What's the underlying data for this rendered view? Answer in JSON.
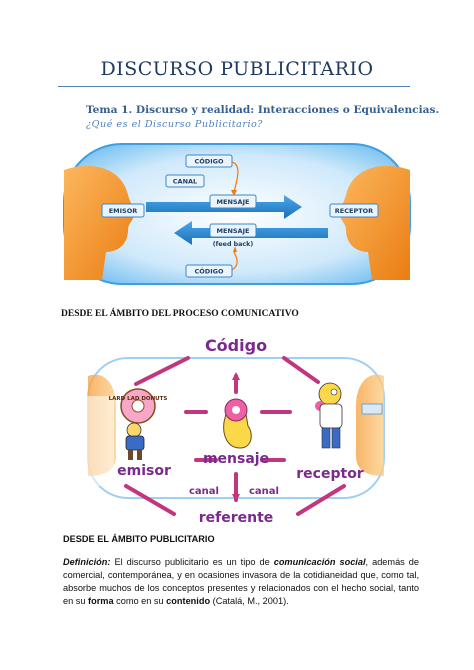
{
  "title": "DISCURSO PUBLICITARIO",
  "tema": "Tema 1. Discurso y realidad: Interacciones o Equivalencias.",
  "question": "¿Qué es el Discurso Publicitario?",
  "diagram1": {
    "codigo_top": "CÓDIGO",
    "canal": "CANAL",
    "emisor": "EMISOR",
    "mensaje_top": "MENSAJE",
    "receptor": "RECEPTOR",
    "mensaje_bottom": "MENSAJE",
    "feedback": "(feed back)",
    "codigo_bottom": "CÓDIGO"
  },
  "section1": "DESDE EL ÁMBITO DEL PROCESO COMUNICATIVO",
  "diagram2": {
    "codigo": "Código",
    "emisor": "emisor",
    "mensaje": "mensaje",
    "receptor": "receptor",
    "canal_left": "canal",
    "canal_right": "canal",
    "referente": "referente",
    "donut_sign": "LARD LAD DONUTS"
  },
  "section2": "DESDE EL ÁMBITO PUBLICITARIO",
  "definition": {
    "lead": "Definición:",
    "t1": " El discurso publicitario es un tipo de ",
    "em1": "comunicación social",
    "t2": ", además de comercial, contemporánea, y en ocasiones invasora de la cotidianeidad que, como tal, absorbe muchos de los conceptos presentes y relacionados con el hecho social, tanto en su ",
    "b1": "forma",
    "t3": " como en su ",
    "b2": "contenido",
    "t4": " (Catalá, M., 2001)."
  },
  "colors": {
    "title": "#1f3a5f",
    "rule": "#4f81bd",
    "diagram_blue": "#2f8fd8",
    "head_orange": "#f7941d",
    "label_purple": "#7a2a8c",
    "connector_pink": "#c0307a"
  }
}
